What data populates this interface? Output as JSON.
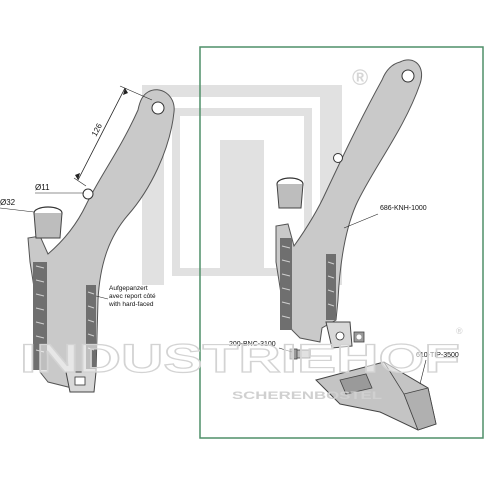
{
  "colors": {
    "frame": "#4f8f68",
    "part_fill": "#c9c9c9",
    "part_dark": "#7a7a7a",
    "watermark": "#d9d9d9"
  },
  "watermark": {
    "brand": "INDUSTRIEHOF",
    "sub": "SCHERENBOSTEL",
    "registered": "®"
  },
  "dimensions": {
    "length": "126",
    "hole_diameter": "Ø11",
    "tube_diameter": "Ø32"
  },
  "note": {
    "line1": "Aufgepanzert",
    "line2": "avec report côté",
    "line3": "with hard-faced"
  },
  "parts": {
    "shank": "686-KNH-1000",
    "bolt": "200-BNC-3100",
    "tip": "610-TIP-3500"
  }
}
